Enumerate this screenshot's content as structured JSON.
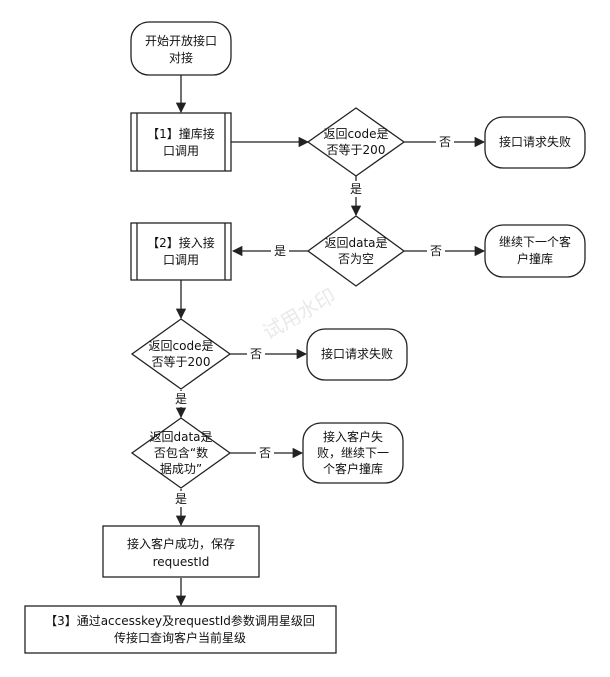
{
  "nodes": {
    "start": [
      "开始开放接口",
      "对接"
    ],
    "step1": [
      "【1】撞库接",
      "口调用"
    ],
    "check1": [
      "返回code是",
      "否等于200"
    ],
    "fail1": [
      "接口请求失败"
    ],
    "checkData1": [
      "返回data是",
      "否为空"
    ],
    "nextCustomer1": [
      "继续下一个客",
      "户撞库"
    ],
    "step2": [
      "【2】接入接",
      "口调用"
    ],
    "check2": [
      "返回code是",
      "否等于200"
    ],
    "fail2": [
      "接口请求失败"
    ],
    "checkData2": [
      "返回data是",
      "否包含“数",
      "据成功”"
    ],
    "nextCustomer2": [
      "接入客户失",
      "败，继续下一",
      "个客户撞库"
    ],
    "success": [
      "接入客户成功，保存",
      "requestId"
    ],
    "step3": [
      "【3】通过accesskey及requestId参数调用星级回",
      "传接口查询客户当前星级"
    ]
  },
  "edges": {
    "yes": "是",
    "no": "否"
  },
  "watermark": "试用水印",
  "colors": {
    "stroke": "#222222",
    "fill": "#ffffff",
    "watermark": "#e9e9e9"
  }
}
